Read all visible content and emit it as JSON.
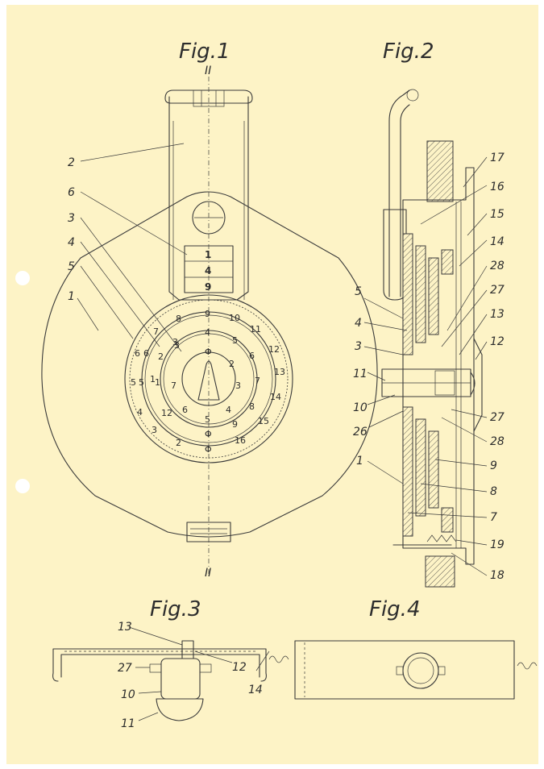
{
  "titles": {
    "fig1": "Fig.1",
    "fig2": "Fig.2",
    "fig3": "Fig.3",
    "fig4": "Fig.4"
  },
  "section_marks": {
    "top": "II",
    "bottom": "II"
  },
  "fig1": {
    "refs": [
      "2",
      "6",
      "3",
      "4",
      "5",
      "1"
    ],
    "window_digits": [
      "1",
      "4",
      "9"
    ],
    "outer_ring": [
      "9",
      "10",
      "11",
      "12",
      "13",
      "14",
      "15",
      "16",
      "Φ",
      "2",
      "3",
      "4",
      "5",
      "6",
      "7",
      "8"
    ],
    "middle_ring": [
      "4",
      "5",
      "6",
      "7",
      "8",
      "9",
      "Φ",
      "1",
      "2",
      "3"
    ],
    "inner_ring": [
      "Φ",
      "2",
      "3",
      "4",
      "5",
      "6",
      "7"
    ],
    "extra_left": [
      "6",
      "5",
      "1",
      "12",
      "3"
    ]
  },
  "fig2": {
    "refs_right": [
      "17",
      "16",
      "15",
      "14",
      "28",
      "27",
      "13",
      "12",
      "27",
      "28",
      "9",
      "8",
      "7",
      "19",
      "18"
    ],
    "refs_left": [
      "5",
      "4",
      "3",
      "11",
      "10",
      "26",
      "1"
    ]
  },
  "fig3": {
    "refs": [
      "13",
      "12",
      "14",
      "27",
      "10",
      "11"
    ]
  }
}
